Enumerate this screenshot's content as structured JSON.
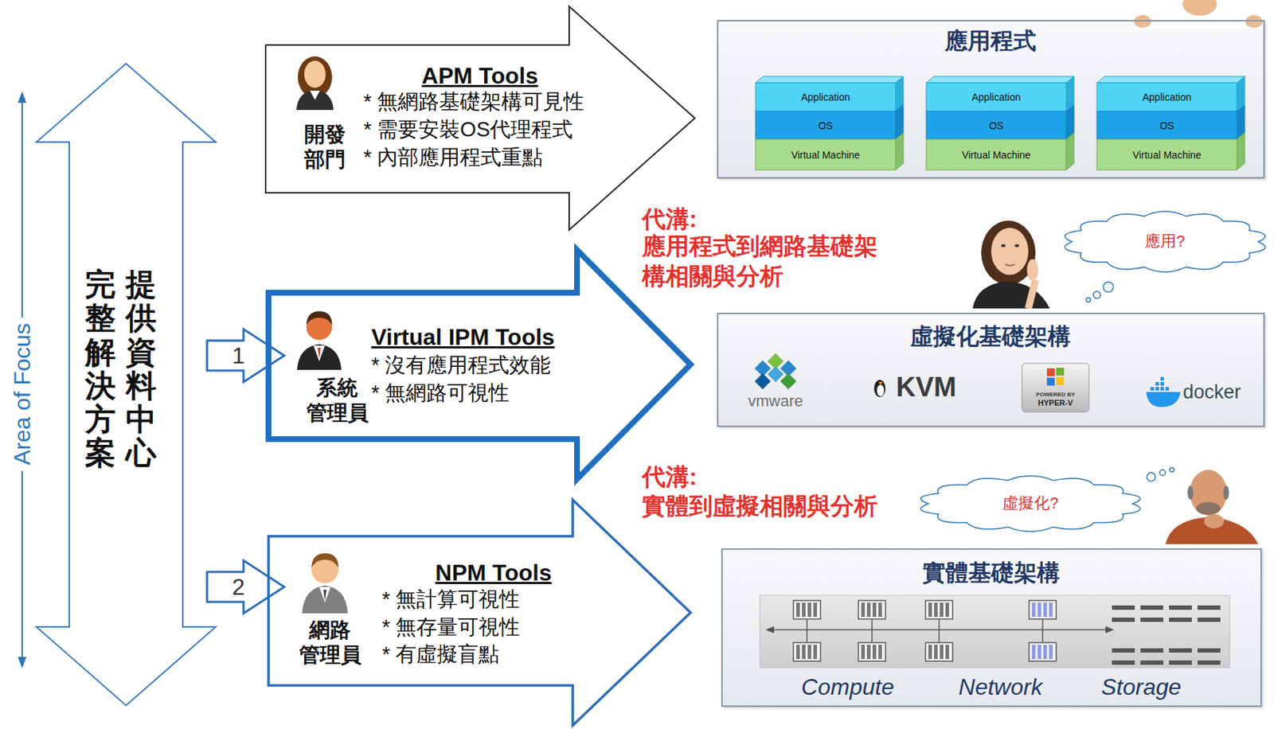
{
  "diagram": {
    "nodes": [
      {
        "text": [
          "提供資料中心",
          "完整解決方案"
        ]
      },
      {
        "text": [
          "開發 部門",
          "APM Tools",
          "* 無網路基礎架構可見性",
          "* 需要安裝OS代理程式",
          "* 內部應用程式重點"
        ]
      },
      {
        "text": [
          "應用程式"
        ]
      },
      {
        "text": [
          "Application"
        ],
        "in": 2
      },
      {
        "text": [
          "OS"
        ],
        "in": 2
      },
      {
        "text": [
          "Virtual Machine"
        ],
        "in": 2
      },
      {
        "text": [
          "Application"
        ],
        "in": 2
      },
      {
        "text": [
          "OS"
        ],
        "in": 2
      },
      {
        "text": [
          "Virtual Machine"
        ],
        "in": 2
      },
      {
        "text": [
          "Application"
        ],
        "in": 2
      },
      {
        "text": [
          "OS"
        ],
        "in": 2
      },
      {
        "text": [
          "Virtual Machine"
        ],
        "in": 2
      },
      {
        "text": [
          "應用?"
        ]
      },
      {
        "text": [
          "1"
        ]
      },
      {
        "text": [
          "系統 管理員",
          "Virtual IPM Tools",
          "* 沒有應用程式效能",
          "* 無網路可視性"
        ]
      },
      {
        "text": [
          "虛擬化基礎架構"
        ]
      },
      {
        "text": [
          "虛擬化?"
        ]
      },
      {
        "text": [
          "2"
        ]
      },
      {
        "text": [
          "網路 管理員",
          "NPM Tools",
          "* 無計算可視性",
          "* 無存量可視性",
          "* 有虛擬盲點"
        ]
      },
      {
        "text": [
          "實體基礎架構"
        ]
      }
    ],
    "labels": [
      "Area of Focus",
      "代溝:",
      "應用程式到網路基礎架 構相關與分析",
      "代溝:",
      "實體到虛擬相關與分析",
      "vmware",
      "KVM",
      "POWERED BY",
      "HYPER-V",
      "docker",
      "Compute",
      "Network",
      "Storage"
    ]
  }
}
